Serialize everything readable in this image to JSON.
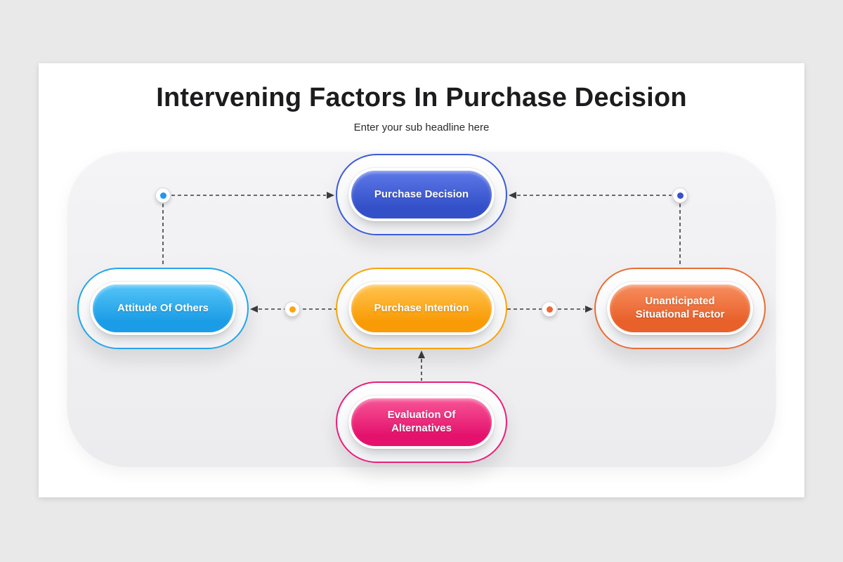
{
  "slide": {
    "title": "Intervening Factors In Purchase Decision",
    "subtitle": "Enter your sub headline here"
  },
  "colors": {
    "page_background": "#e9e9ea",
    "slide_background": "#ffffff",
    "panel_background": "#f1f1f4",
    "line_color": "#3c3c3c"
  },
  "diagram": {
    "nodes": [
      {
        "id": "purchase-decision",
        "label": "Purchase Decision",
        "color": "#3450c8",
        "color_light": "#5d78e8",
        "border": "#3b5bd8"
      },
      {
        "id": "attitude-of-others",
        "label": "Attitude Of Others",
        "color": "#1b9ce6",
        "color_light": "#55c5f8",
        "border": "#22a5ea"
      },
      {
        "id": "purchase-intention",
        "label": "Purchase Intention",
        "color": "#f99b06",
        "color_light": "#ffc44f",
        "border": "#f7a407"
      },
      {
        "id": "unanticipated-situational-factor",
        "label": "Unanticipated Situational Factor",
        "color": "#e8602a",
        "color_light": "#f78e5e",
        "border": "#ea6c32"
      },
      {
        "id": "evaluation-of-alternatives",
        "label": "Evaluation Of Alternatives",
        "color": "#e4126d",
        "color_light": "#f75596",
        "border": "#ea1e78"
      }
    ],
    "dots": [
      {
        "id": "dot-top-left",
        "color": "#2196f3"
      },
      {
        "id": "dot-top-right",
        "color": "#3950d0"
      },
      {
        "id": "dot-mid-left",
        "color": "#fca311"
      },
      {
        "id": "dot-mid-right",
        "color": "#ef6535"
      }
    ],
    "edges": [
      {
        "from": "attitude-of-others",
        "to": "purchase-decision"
      },
      {
        "from": "unanticipated-situational-factor",
        "to": "purchase-decision"
      },
      {
        "from": "purchase-intention",
        "to": "attitude-of-others"
      },
      {
        "from": "purchase-intention",
        "to": "unanticipated-situational-factor"
      },
      {
        "from": "evaluation-of-alternatives",
        "to": "purchase-intention"
      }
    ]
  }
}
